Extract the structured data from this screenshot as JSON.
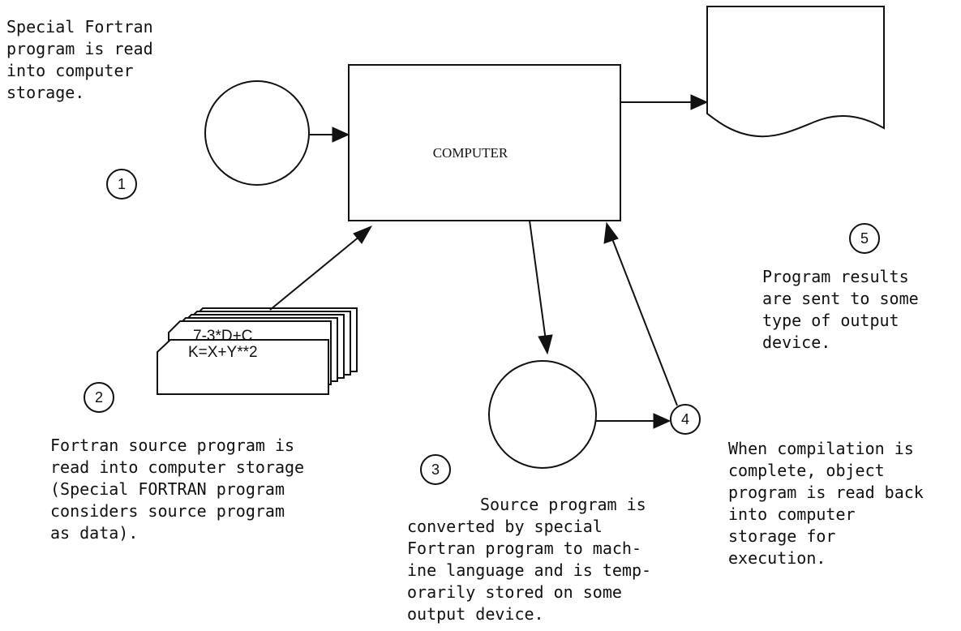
{
  "computer_label": "COMPUTER",
  "card_text": {
    "back": "7-3*D+C",
    "front": "K=X+Y**2"
  },
  "steps": [
    {
      "number": "1",
      "lines": [
        "Special Fortran",
        "program is read",
        "into computer",
        "storage."
      ]
    },
    {
      "number": "2",
      "lines": [
        "Fortran source program is",
        "read into computer storage",
        "(Special FORTRAN program",
        "considers source program",
        "as data)."
      ]
    },
    {
      "number": "3",
      "lines": [
        "Source program is",
        "converted by special",
        "Fortran program to mach-",
        "ine language and is temp-",
        "orarily stored on some",
        "output device."
      ]
    },
    {
      "number": "4",
      "lines": [
        "When compilation is",
        "complete, object",
        "program is read back",
        "into computer",
        "storage for",
        "execution."
      ]
    },
    {
      "number": "5",
      "lines": [
        "Program results",
        "are sent to some",
        "type of output",
        "device."
      ]
    }
  ]
}
